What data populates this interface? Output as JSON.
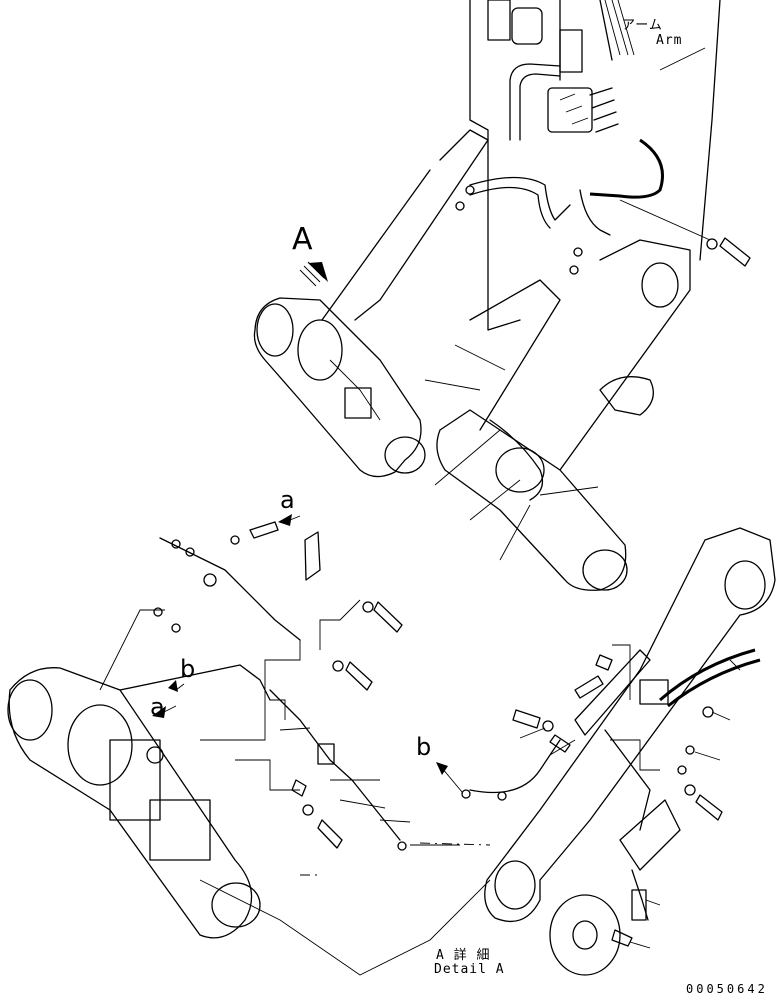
{
  "labels": {
    "arm_jp": "アーム",
    "arm_en": "Arm",
    "view_a": "A",
    "arrow_a1": "a",
    "arrow_a2": "a",
    "arrow_b1": "b",
    "arrow_b2": "b",
    "detail_jp": "A 詳 細",
    "detail_en": "Detail A",
    "part_code": "00050642"
  }
}
